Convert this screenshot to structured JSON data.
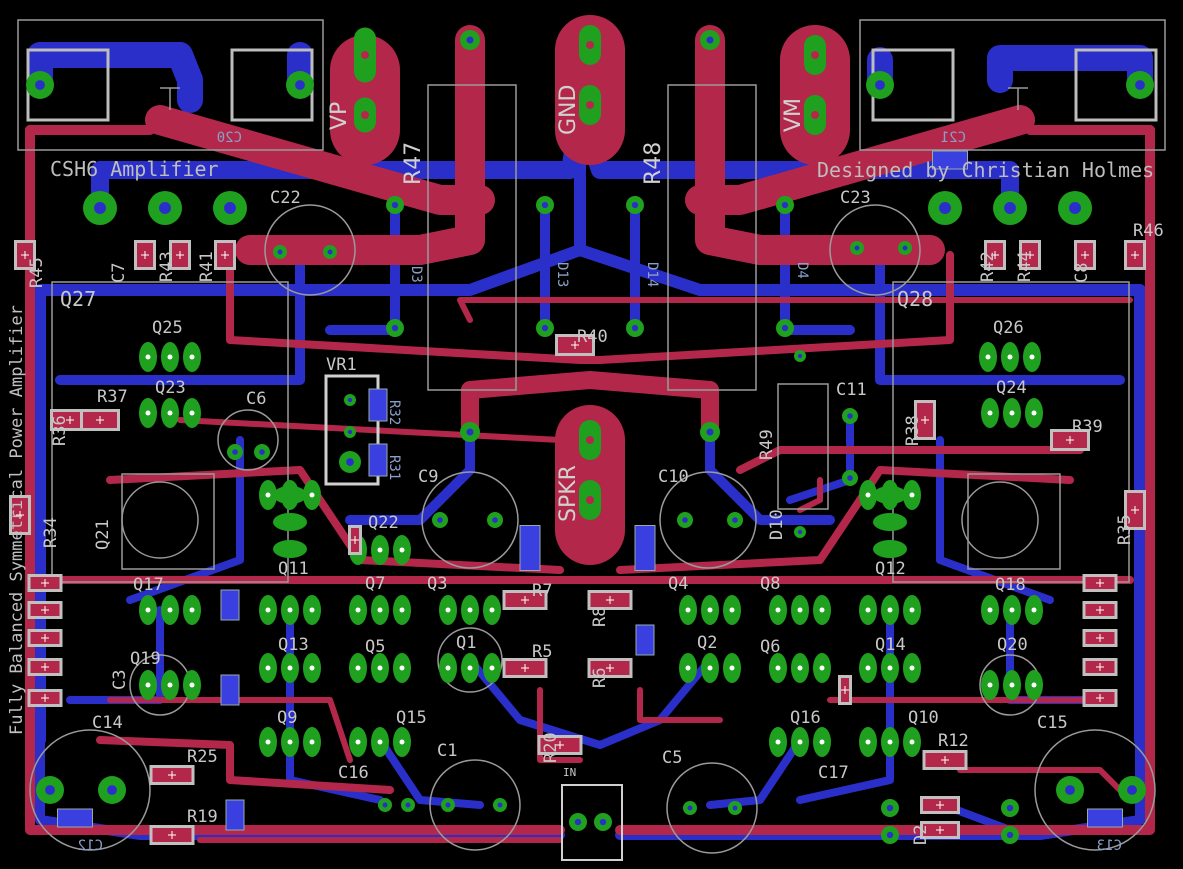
{
  "board": {
    "title": "CSH6 Amplifier",
    "designer": "Designed by Christian Holmes",
    "description": "Fully Balanced Symmetrical Power Amplifier"
  },
  "colors": {
    "background": "#000000",
    "top_copper": "#b3284a",
    "bottom_copper": "#2a2fc9",
    "pad": "#1fa01f",
    "silkscreen": "#c8c8c8",
    "smd_pad": "#c0c0c0"
  },
  "terminals": {
    "vp": "VP",
    "gnd": "GND",
    "vm": "VM",
    "spkr": "SPKR",
    "input": "IN"
  },
  "power_resistors": {
    "r47": "R47",
    "r48": "R48",
    "r49": "R49"
  },
  "labels": {
    "q27": "Q27",
    "q28": "Q28",
    "q25": "Q25",
    "q26": "Q26",
    "q23": "Q23",
    "q24": "Q24",
    "q21": "Q21",
    "q22": "Q22",
    "q17": "Q17",
    "q18": "Q18",
    "q19": "Q19",
    "q20": "Q20",
    "q11": "Q11",
    "q12": "Q12",
    "q13": "Q13",
    "q14": "Q14",
    "q7": "Q7",
    "q8": "Q8",
    "q5": "Q5",
    "q6": "Q6",
    "q3": "Q3",
    "q4": "Q4",
    "q1": "Q1",
    "q2": "Q2",
    "q9": "Q9",
    "q10": "Q10",
    "q15": "Q15",
    "q16": "Q16",
    "c1": "C1",
    "c3": "C3",
    "c5": "C5",
    "c6": "C6",
    "c7": "C7",
    "c8": "C8",
    "c9": "C9",
    "c10": "C10",
    "c11": "C11",
    "c14": "C14",
    "c15": "C15",
    "c16": "C16",
    "c17": "C17",
    "c22": "C22",
    "c23": "C23",
    "r5": "R5",
    "r6": "R6",
    "r7": "R7",
    "r8": "R8",
    "r12": "R12",
    "r19": "R19",
    "r20": "R20",
    "r25": "R25",
    "r34": "R34",
    "r35": "R35",
    "r36": "R36",
    "r37": "R37",
    "r38": "R38",
    "r39": "R39",
    "r40": "R40",
    "r41": "R41",
    "r42": "R42",
    "r43": "R43",
    "r44": "R44",
    "r45": "R45",
    "r46": "R46",
    "vr1": "VR1",
    "d10": "D10",
    "d2": "D2"
  },
  "mirrored": {
    "c20": "C20",
    "c21": "C21",
    "c12": "C12",
    "c13": "C13",
    "r32": "R32",
    "r31": "R31",
    "d3": "D3",
    "d4": "D4",
    "d13": "D13",
    "d14": "D14"
  }
}
